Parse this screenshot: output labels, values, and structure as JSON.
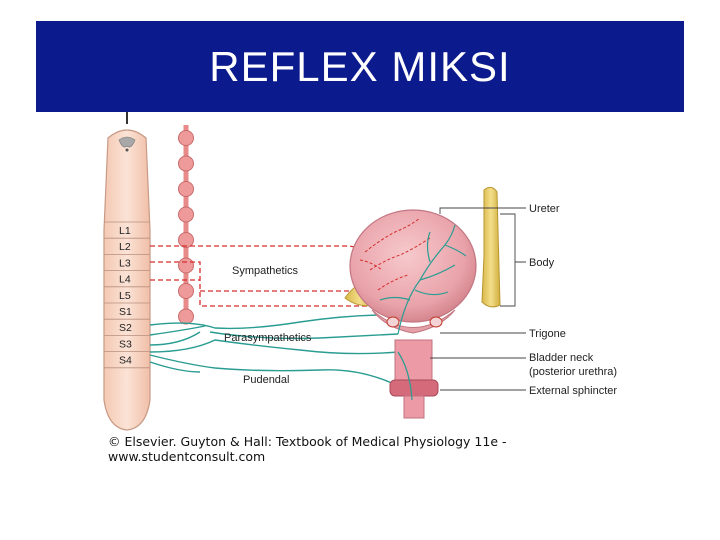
{
  "title": "REFLEX  MIKSI",
  "spinal_levels": [
    "L1",
    "L2",
    "L3",
    "L4",
    "L5",
    "S1",
    "S2",
    "S3",
    "S4"
  ],
  "nerves": {
    "sympathetics": "Sympathetics",
    "parasympathetics": "Parasympathetics",
    "pudendal": "Pudendal"
  },
  "anatomy_labels": {
    "ureter": "Ureter",
    "body": "Body",
    "trigone": "Trigone",
    "bladder_neck_1": "Bladder neck",
    "bladder_neck_2": "(posterior urethra)",
    "external_sphincter": "External sphincter"
  },
  "credit": "© Elsevier. Guyton & Hall: Textbook of Medical Physiology 11e - www.studentconsult.com",
  "colors": {
    "title_bg": "#0b1a8c",
    "sympathetic": "#d62c2c",
    "parasympathetic": "#2a9c92",
    "bladder": "#e7a4aa"
  }
}
